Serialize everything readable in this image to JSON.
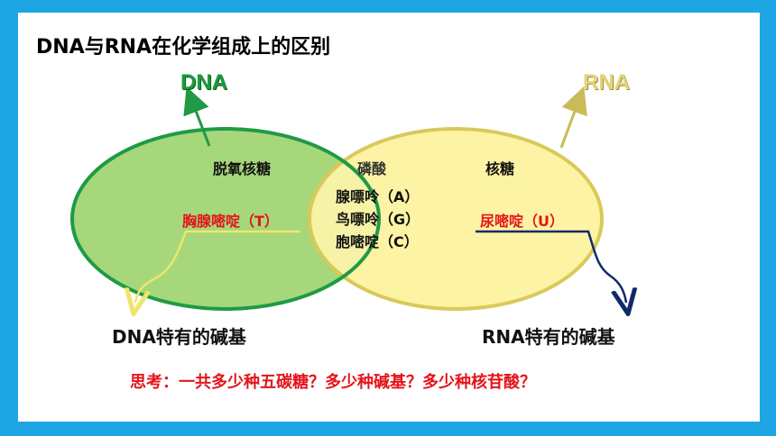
{
  "slide": {
    "title": "DNA与RNA在化学组成上的区别",
    "dna_label": "DNA",
    "rna_label": "RNA",
    "dna_sugar": "脱氧核糖",
    "common_phosphate": "磷酸",
    "rna_sugar": "核糖",
    "common_bases": [
      "腺嘌呤（A）",
      "鸟嘌呤（G）",
      "胞嘧啶（C）"
    ],
    "dna_unique_base": "胸腺嘧啶（T）",
    "rna_unique_base": "尿嘧啶（U）",
    "dna_unique_caption": "DNA特有的碱基",
    "rna_unique_caption": "RNA特有的碱基",
    "question": "思考：一共多少种五碳糖？多少种碱基？多少种核苷酸？"
  },
  "colors": {
    "border": "#1ea6e4",
    "dna_fill": "#a6d77b",
    "dna_stroke": "#1f9a45",
    "rna_fill": "#fdf3a4",
    "rna_stroke": "#d9c95a",
    "overlap_fill": "#f6f2a6",
    "accent_red": "#e4141a",
    "rna_arrow": "#102a6a"
  }
}
